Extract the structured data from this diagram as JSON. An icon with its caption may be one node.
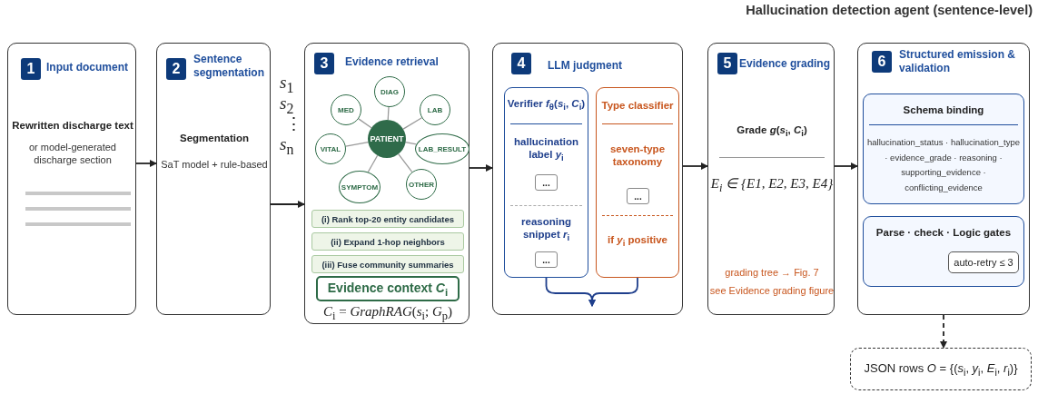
{
  "diagram": {
    "title": "Hallucination detection agent (sentence-level)",
    "nodes": [
      {
        "text": [
          "1",
          "Input document",
          "Rewritten discharge text",
          "or model-generated discharge section"
        ]
      },
      {
        "text": [
          "2",
          "Sentence segmentation",
          "Segmentation",
          "SaT model + rule-based"
        ]
      },
      {
        "text": [
          "3",
          "Evidence retrieval",
          "*C*$_{i}$ = *GraphRAG*(*s*$_{i}$; *G*$_{p}$)"
        ]
      },
      {
        "text": [
          "DIAG"
        ],
        "in": 2
      },
      {
        "text": [
          "MED"
        ],
        "in": 2
      },
      {
        "text": [
          "LAB"
        ],
        "in": 2
      },
      {
        "text": [
          "VITAL"
        ],
        "in": 2
      },
      {
        "text": [
          "PATIENT"
        ],
        "in": 2
      },
      {
        "text": [
          "LAB_RESULT"
        ],
        "in": 2
      },
      {
        "text": [
          "SYMPTOM"
        ],
        "in": 2
      },
      {
        "text": [
          "OTHER"
        ],
        "in": 2
      },
      {
        "text": [
          "(i) Rank top-20 entity candidates"
        ],
        "in": 2
      },
      {
        "text": [
          "(ii) Expand 1-hop neighbors"
        ],
        "in": 2
      },
      {
        "text": [
          "(iii) Fuse community summaries"
        ],
        "in": 2
      },
      {
        "text": [
          "Evidence context *C*$_{i}$"
        ],
        "in": 2
      },
      {
        "text": [
          "4",
          "LLM judgment"
        ]
      },
      {
        "text": [
          "Verifier *f*$_{θ}$(*s*$_{i}$, *C*$_{i}$)",
          "hallucination label *y*$_{i}$",
          "reasoning snippet *r*$_{i}$"
        ],
        "in": 15
      },
      {
        "text": [
          "..."
        ],
        "in": 16
      },
      {
        "text": [
          "..."
        ],
        "in": 16
      },
      {
        "text": [
          "Type classifier",
          "seven-type taxonomy",
          "if *y*$_{i}$ positive"
        ],
        "in": 15
      },
      {
        "text": [
          "..."
        ],
        "in": 19
      },
      {
        "text": [
          "5",
          "Evidence grading",
          "Grade *g*(*s*$_{i}$, *C*$_{i}$)",
          "E$_{i}$ ∈ {E1, E2, E3, E4}",
          "grading tree → Fig. 7",
          "see Evidence grading figure"
        ]
      },
      {
        "text": [
          "6",
          "Structured emission & validation"
        ]
      },
      {
        "text": [
          "Schema binding",
          "hallucination_status · hallucination_type · evidence_grade · reasoning · supporting_evidence · conflicting_evidence"
        ],
        "in": 22
      },
      {
        "text": [
          "Parse · check · Logic gates"
        ],
        "in": 22
      },
      {
        "text": [
          "auto-retry ≤ 3"
        ],
        "in": 24
      },
      {
        "text": [
          "JSON rows *O* = {(*s*$_{i}$, *y*$_{i}$, *E*$_{i}$, *r*$_{i}$)}"
        ]
      }
    ],
    "edges": [
      {
        "from": 0,
        "to": 1,
        "arrow": "to",
        "color": "#222222"
      },
      {
        "from": 1,
        "to": 2,
        "arrow": "to",
        "color": "#222222"
      },
      {
        "from": 7,
        "to": 3,
        "arrow": "none",
        "color": "#9a9a9a"
      },
      {
        "from": 7,
        "to": 4,
        "arrow": "none",
        "color": "#9a9a9a"
      },
      {
        "from": 7,
        "to": 5,
        "arrow": "none",
        "color": "#9a9a9a"
      },
      {
        "from": 7,
        "to": 6,
        "arrow": "none",
        "color": "#9a9a9a"
      },
      {
        "from": 7,
        "to": 8,
        "arrow": "none",
        "color": "#9a9a9a"
      },
      {
        "from": 7,
        "to": 9,
        "arrow": "none",
        "color": "#9a9a9a"
      },
      {
        "from": 7,
        "to": 10,
        "arrow": "none",
        "color": "#9a9a9a"
      },
      {
        "from": 2,
        "to": 15,
        "arrow": "to",
        "color": "#222222"
      },
      {
        "from": 16,
        "to": null,
        "arrow": "to",
        "color": "#1f3f8c"
      },
      {
        "from": 19,
        "to": null,
        "arrow": "to",
        "color": "#1f3f8c"
      },
      {
        "from": 15,
        "to": 21,
        "arrow": "to",
        "color": "#222222"
      },
      {
        "from": 21,
        "to": 22,
        "arrow": "to",
        "color": "#222222"
      },
      {
        "from": 22,
        "to": 26,
        "arrow": "to",
        "style": "dashed",
        "color": "#222222"
      }
    ],
    "labels": [
      "*s*$_{1}$",
      "*s*$_{2}$",
      "⋮",
      "*s*$_{n}$"
    ]
  }
}
